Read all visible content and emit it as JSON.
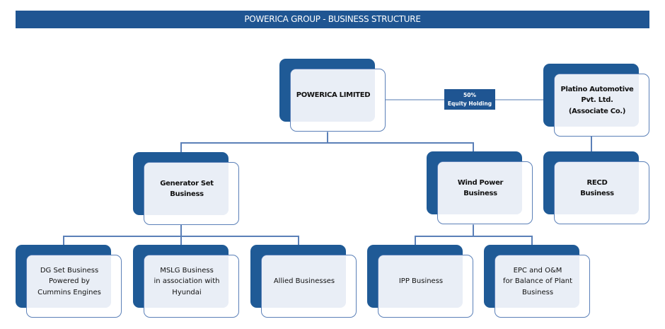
{
  "header": {
    "title": "POWERICA GROUP - BUSINESS STRUCTURE"
  },
  "colors": {
    "primary": "#1f5592",
    "card_back": "#1f5a96",
    "card_fill": "#e9eef6",
    "connector": "#5b80b8"
  },
  "equity_link": {
    "label": "50%\nEquity Holding"
  },
  "nodes": {
    "powerica": {
      "label": "POWERICA LIMITED"
    },
    "platino": {
      "label": "Platino Automotive\nPvt. Ltd.\n(Associate Co.)"
    },
    "genset": {
      "label": "Generator Set\nBusiness"
    },
    "wind": {
      "label": "Wind Power\nBusiness"
    },
    "recd": {
      "label": "RECD\nBusiness"
    },
    "dg": {
      "label": "DG Set Business\nPowered by\nCummins Engines"
    },
    "mslg": {
      "label": "MSLG Business\nin association with\nHyundai"
    },
    "allied": {
      "label": "Allied Businesses"
    },
    "ipp": {
      "label": "IPP Business"
    },
    "epc": {
      "label": "EPC and O&M\nfor Balance of Plant\nBusiness"
    }
  }
}
